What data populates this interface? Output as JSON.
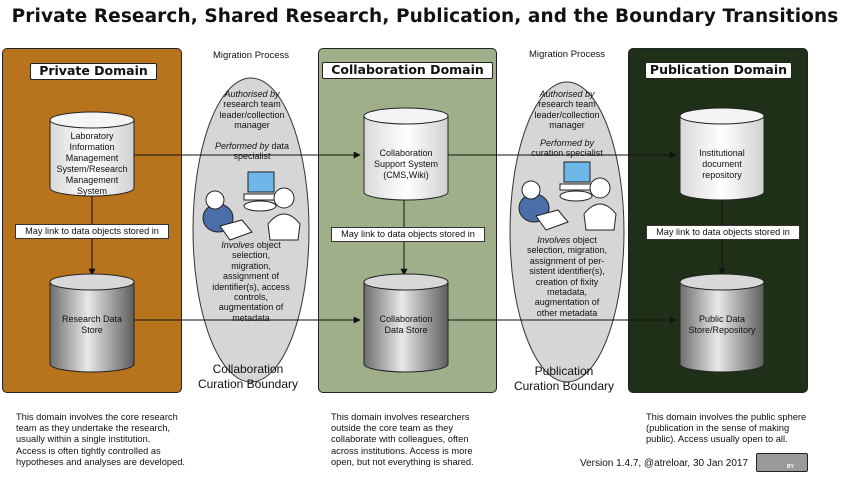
{
  "title": "Private Research, Shared Research, Publication, and the Boundary Transitions",
  "colors": {
    "private": "#b8731d",
    "collaboration": "#9eaf8a",
    "publication": "#1e3118",
    "oval": "#d6d6d6"
  },
  "panels": {
    "private": {
      "label": "Private Domain",
      "top_cylinder": "Laboratory\nInformation\nManagement\nSystem/Research\nManagement\nSystem",
      "link_label": "May link to data objects stored in",
      "bottom_cylinder": "Research Data\nStore",
      "description": "This domain involves the core research\nteam as they undertake the research,\nusually within a single institution.\nAccess is often tightly controlled as\nhypotheses and analyses are developed."
    },
    "collaboration": {
      "label": "Collaboration Domain",
      "top_cylinder": "Collaboration\nSupport System\n(CMS,Wiki)",
      "link_label": "May link to data objects stored in",
      "bottom_cylinder": "Collaboration\nData Store",
      "description": "This domain involves researchers\noutside the core team as they\ncollaborate with colleagues, often\nacross institutions.  Access is more\nopen, but not everything is shared."
    },
    "publication": {
      "label": "Publication Domain",
      "top_cylinder": "Institutional\ndocument\nrepository",
      "link_label": "May link to data objects stored in",
      "bottom_cylinder": "Public Data\nStore/Repository",
      "description": "This domain involves the public sphere\n(publication in the sense of making\npublic).  Access usually open to all."
    }
  },
  "migrations": [
    {
      "heading": "Migration Process",
      "authorised_label": "Authorised by",
      "authorised_by": "research team\nleader/collection\nmanager",
      "performed_label": "Performed by",
      "performed_by": " data\nspecialist",
      "involves_label": "Involves",
      "involves": " object\nselection,\nmigration,\nassignment of\nidentifier(s), access\ncontrols,\naugmentation of\nmetadata",
      "boundary": "Collaboration\nCuration Boundary"
    },
    {
      "heading": "Migration Process",
      "authorised_label": "Authorised by",
      "authorised_by": "research team\nleader/collection\nmanager",
      "performed_label": "Performed by",
      "performed_by": "\ncuration specialist",
      "involves_label": "Involves",
      "involves": " object\nselection, migration,\nassignment of per-\nsistent identifier(s),\ncreation of fixity\nmetadata,\naugmentation of\nother metadata",
      "boundary": "Publication\nCuration Boundary"
    }
  ],
  "version": "Version 1.4.7, @atreloar, 30 Jan 2017",
  "license_icon": "cc-by-icon",
  "license_text": "BY"
}
